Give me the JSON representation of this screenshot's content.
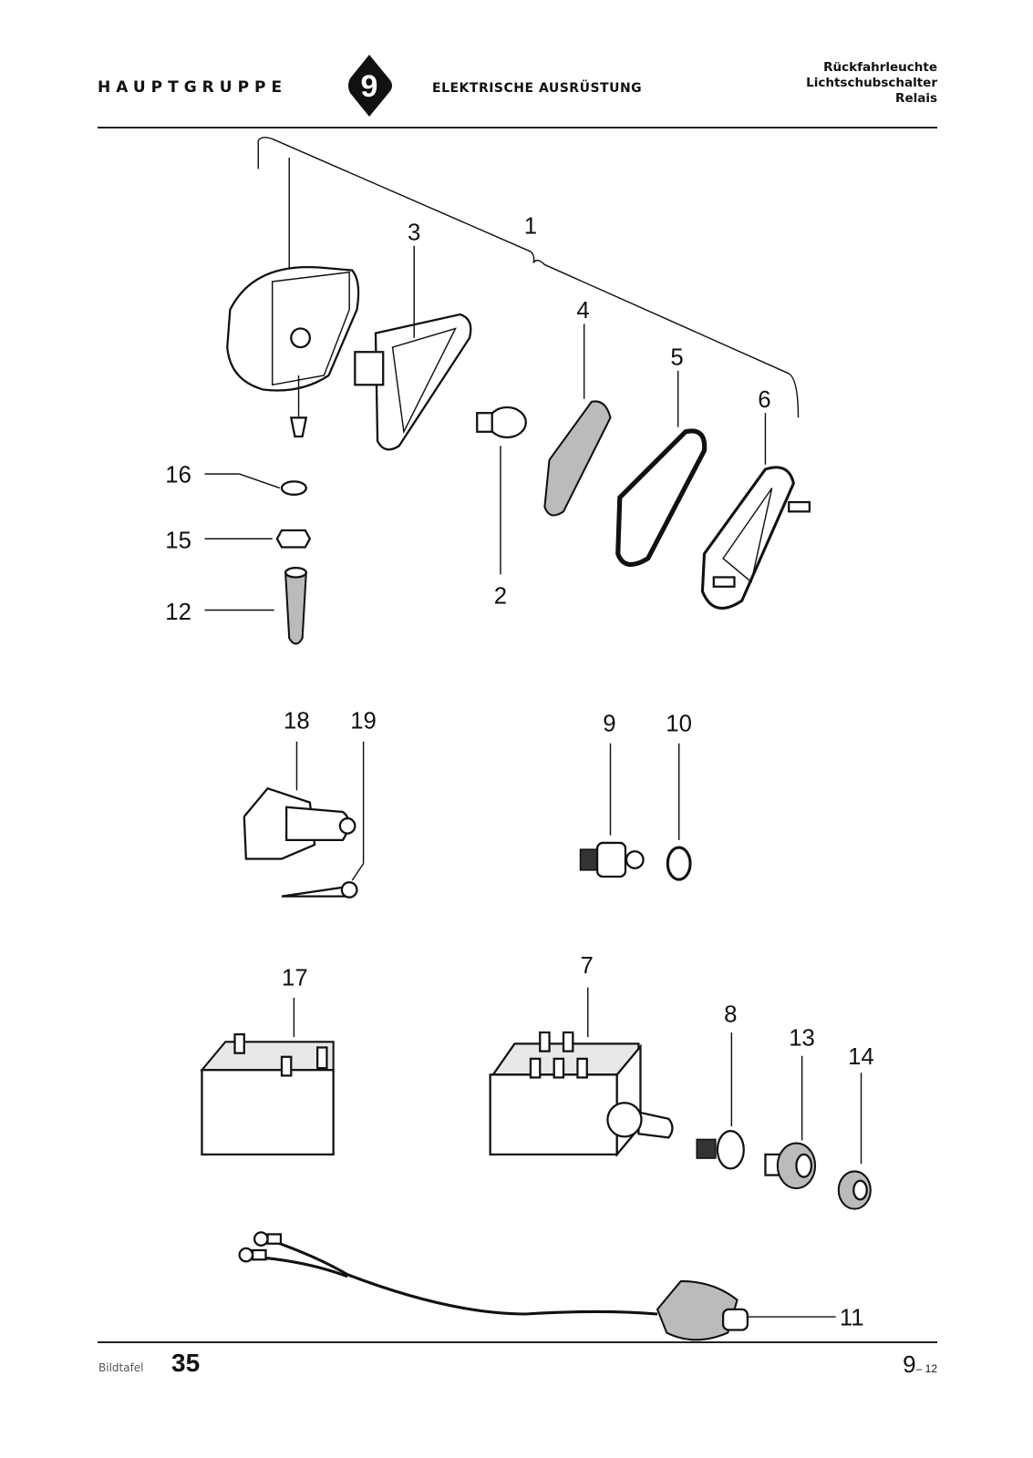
{
  "header": {
    "group_label": "HAUPTGRUPPE",
    "group_number": "9",
    "group_title": "ELEKTRISCHE AUSRÜSTUNG",
    "topics": [
      "Rückfahrleuchte",
      "Lichtschubschalter",
      "Relais"
    ]
  },
  "callouts": {
    "c1": "1",
    "c2": "2",
    "c3": "3",
    "c4": "4",
    "c5": "5",
    "c6": "6",
    "c7": "7",
    "c8": "8",
    "c9": "9",
    "c10": "10",
    "c11": "11",
    "c12": "12",
    "c13": "13",
    "c14": "14",
    "c15": "15",
    "c16": "16",
    "c17": "17",
    "c18": "18",
    "c19": "19"
  },
  "footer": {
    "plate_label": "Bildtafel",
    "plate_number": "35",
    "page_main": "9",
    "page_sub": "– 12"
  }
}
